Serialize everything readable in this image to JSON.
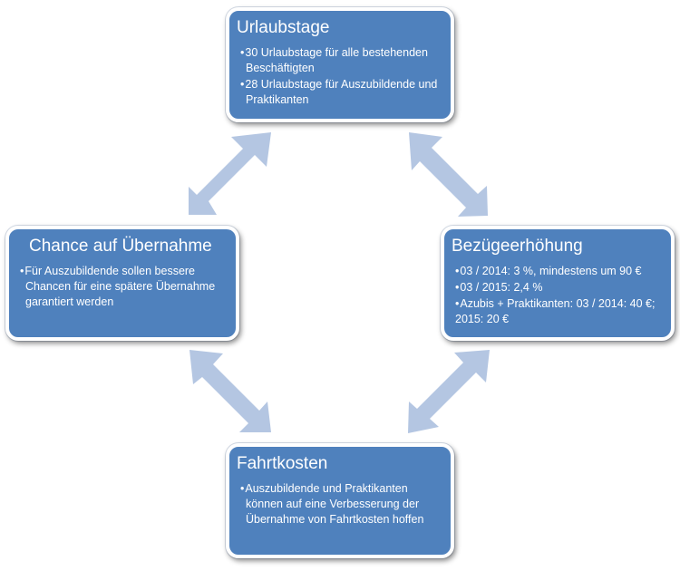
{
  "nodes": {
    "urlaub": {
      "title": "Urlaubstage",
      "items": [
        "30 Urlaubstage für alle bestehenden Beschäftigten",
        "28 Urlaubstage für Auszubildende und Praktikanten"
      ]
    },
    "bezug": {
      "title": "Bezügeerhöhung",
      "items": [
        "03 / 2014:  3 %, mindestens um 90 €",
        "03 / 2015:  2,4 %",
        "Azubis + Praktikanten: 03 / 2014:  40 €; 2015:  20 €"
      ]
    },
    "chance": {
      "title": "Chance auf Übernahme",
      "items": [
        "Für Auszubildende sollen bessere Chancen für eine spätere Übernahme garantiert werden"
      ]
    },
    "fahrt": {
      "title": "Fahrtkosten",
      "items": [
        "Auszubildende und Praktikanten können auf eine Verbesserung der Übernahme von Fahrtkosten hoffen"
      ]
    }
  },
  "colors": {
    "node_fill": "#4f81bd",
    "arrow_fill": "#b4c6e2"
  }
}
